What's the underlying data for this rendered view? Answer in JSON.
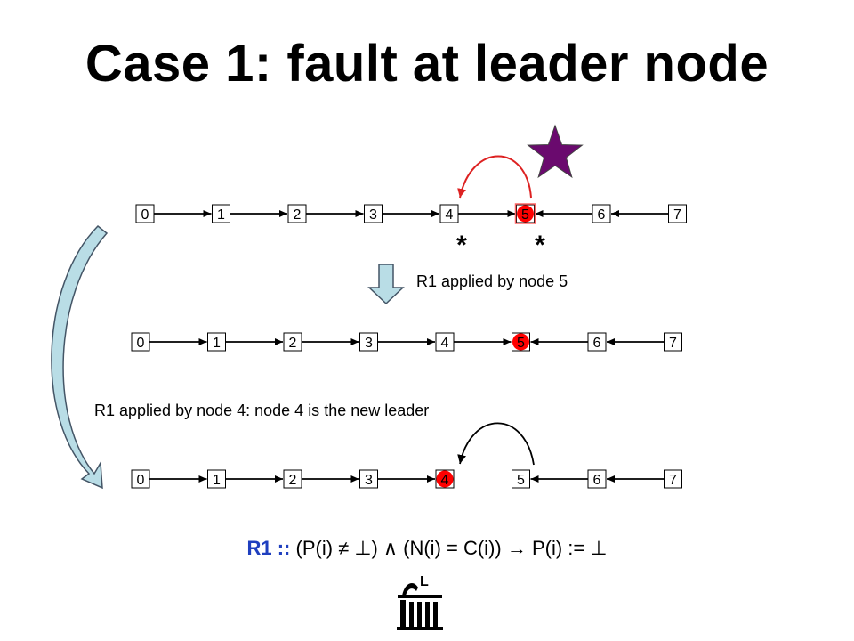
{
  "title": "Case 1: fault at leader node",
  "rows": [
    {
      "nodes": [
        "0",
        "1",
        "2",
        "3",
        "4",
        "5",
        "6",
        "7"
      ],
      "leader": "5",
      "leader_fill": "#ff0000",
      "leader_border": "#ff6666",
      "marks": [
        "4",
        "5"
      ],
      "star_over": "5"
    },
    {
      "nodes": [
        "0",
        "1",
        "2",
        "3",
        "4",
        "5",
        "6",
        "7"
      ],
      "leader": "5",
      "leader_fill": "#ff0000"
    },
    {
      "nodes": [
        "0",
        "1",
        "2",
        "3",
        "4",
        "5",
        "6",
        "7"
      ],
      "leader": "4",
      "leader_fill": "#ff0000"
    }
  ],
  "step1_caption": "R1 applied by node 5",
  "step2_caption": "R1 applied by node 4: node 4 is the new leader",
  "mark_symbol": "*",
  "rule": {
    "name": "R1 ::",
    "body": " (P(i) ≠ ⊥) ∧ (N(i) = C(i)) → P(i) := ⊥"
  },
  "colors": {
    "star": "#6a0a6e",
    "down_arrow": "#b9dde6",
    "red_arrow": "#dd2222",
    "rule_name": "#1f3fbf"
  },
  "icons": {
    "logo": "university-logo-icon",
    "logo_letter": "L"
  }
}
